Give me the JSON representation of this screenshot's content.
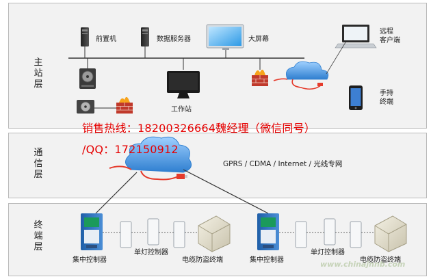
{
  "layers": {
    "master": "主站层",
    "comm": "通信层",
    "terminal": "终端层"
  },
  "master": {
    "frontend": "前置机",
    "dbserver": "数据服务器",
    "bigscreen": "大屏幕",
    "remote_line1": "远程",
    "remote_line2": "客户端",
    "handheld_line1": "手持",
    "handheld_line2": "终端",
    "workstation": "工作站"
  },
  "comm": {
    "network_types": "GPRS / CDMA / Internet / 光线专网"
  },
  "terminal": {
    "left": {
      "concentrator": "集中控制器",
      "lamp": "单灯控制器",
      "anti_theft": "电缆防盗终端"
    },
    "right": {
      "concentrator": "集中控制器",
      "lamp": "单灯控制器",
      "anti_theft": "电缆防盗终端"
    }
  },
  "overlay": {
    "hotline": "销售热线：18200326664魏经理（微信同号）",
    "qq": "/QQ：172150912"
  },
  "watermark": "www.chinajnnb.com",
  "colors": {
    "cloud": "#3f8fd8",
    "cable": "#e53b2c",
    "ad_text": "#e60000",
    "layer_bg": "#f2f2f2",
    "bus": "#333333"
  }
}
